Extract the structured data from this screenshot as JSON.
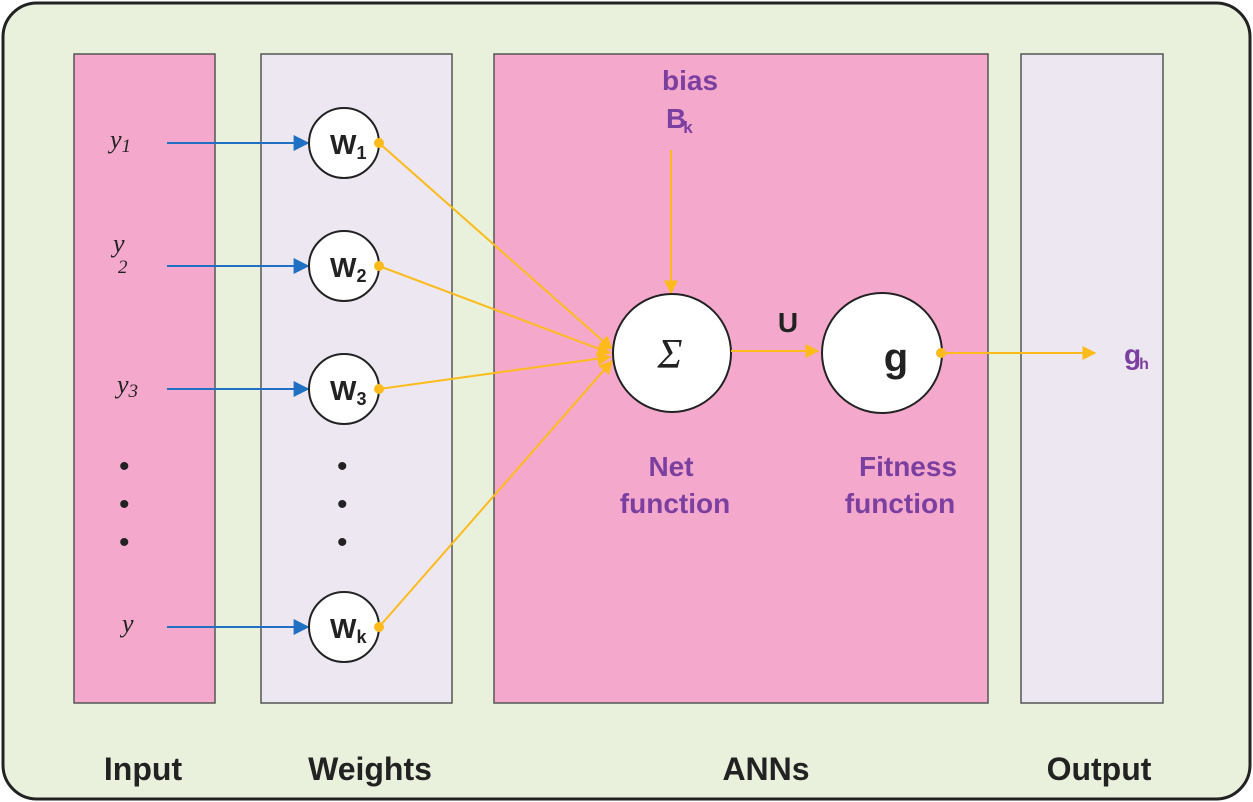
{
  "colors": {
    "frame_bg": "#e9f0dc",
    "pink": "#f4a9cc",
    "lavender": "#ece7f1",
    "arrow_blue": "#1f6fc2",
    "arrow_yellow": "#fdbb1b",
    "purple_text": "#7b3fa0",
    "black_text": "#222222"
  },
  "columns": {
    "input": "Input",
    "weights": "Weights",
    "anns": "ANNs",
    "output": "Output"
  },
  "inputs": [
    {
      "base": "y",
      "sub": "1"
    },
    {
      "base": "y",
      "sub": "2"
    },
    {
      "base": "y",
      "sub": "3"
    },
    {
      "base": "y",
      "sub": ""
    }
  ],
  "weights": [
    {
      "base": "W",
      "sub": "1"
    },
    {
      "base": "W",
      "sub": "2"
    },
    {
      "base": "W",
      "sub": "3"
    },
    {
      "base": "W",
      "sub": "k"
    }
  ],
  "ellipsis": "•",
  "bias": {
    "label": "bias",
    "symbol": "B",
    "sub": "k"
  },
  "sum_node": {
    "symbol": "Σ",
    "caption_line1": "Net",
    "caption_line2": "function"
  },
  "edge_label": "U",
  "fitness_node": {
    "symbol": "g",
    "caption_line1": "Fitness",
    "caption_line2": "function"
  },
  "output": {
    "base": "g",
    "sub": "h"
  }
}
